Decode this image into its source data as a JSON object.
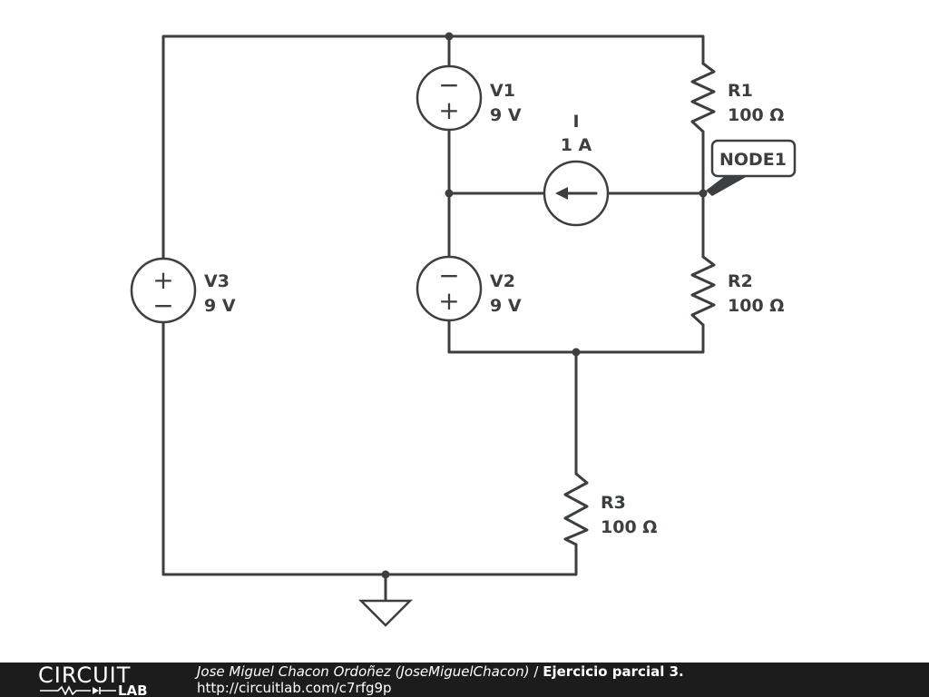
{
  "components": {
    "v1": {
      "name": "V1",
      "value": "9 V"
    },
    "v2": {
      "name": "V2",
      "value": "9 V"
    },
    "v3": {
      "name": "V3",
      "value": "9 V"
    },
    "i1": {
      "name": "I",
      "value": "1 A"
    },
    "r1": {
      "name": "R1",
      "value": "100 Ω"
    },
    "r2": {
      "name": "R2",
      "value": "100 Ω"
    },
    "r3": {
      "name": "R3",
      "value": "100 Ω"
    }
  },
  "node_label": "NODE1",
  "signs": {
    "plus": "+",
    "minus": "−"
  },
  "footer": {
    "logo_word": "CIRCUIT",
    "logo_lab": "LAB",
    "author": "Jose Miguel Chacon Ordoñez (JoseMiguelChacon)",
    "separator": "/",
    "title": "Ejercicio parcial 3.",
    "url": "http://circuitlab.com/c7rfg9p"
  },
  "colors": {
    "wire": "#3c3f41",
    "footer_bg": "#1c1c1c",
    "footer_text": "#ffffff"
  }
}
